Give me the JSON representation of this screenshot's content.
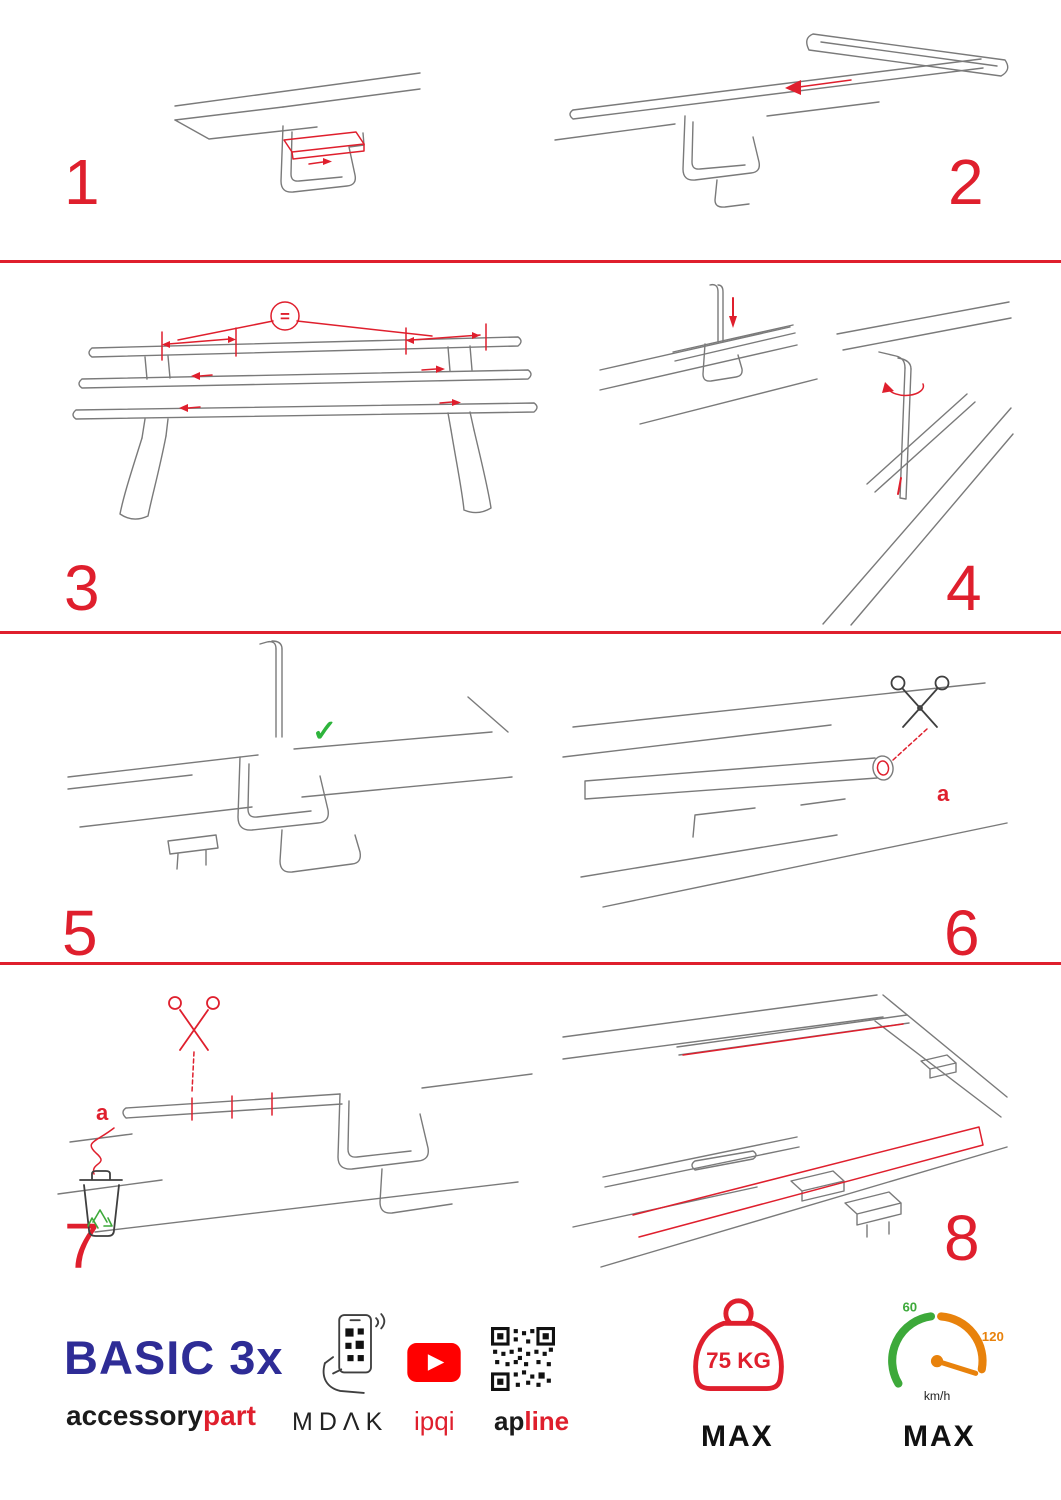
{
  "colors": {
    "accent": "#df1f2d",
    "brand_blue": "#2e2c96",
    "green": "#3da93a",
    "orange": "#e8820c",
    "youtube_red": "#ff0000"
  },
  "steps": [
    {
      "number": "1"
    },
    {
      "number": "2"
    },
    {
      "number": "3"
    },
    {
      "number": "4"
    },
    {
      "number": "5"
    },
    {
      "number": "6"
    },
    {
      "number": "7"
    },
    {
      "number": "8"
    }
  ],
  "annotations": {
    "equal": "=",
    "check": "✓",
    "label_a_step6": "a",
    "label_a_step7": "a"
  },
  "footer": {
    "product": "BASIC 3x",
    "brand_part1": "accessory",
    "brand_part2": "part",
    "mdak": "MDΛK",
    "ipqi": "ipqi",
    "ap": "ap",
    "line": "line",
    "weight": "75 KG",
    "weight_max": "MAX",
    "speed_60": "60",
    "speed_120": "120",
    "speed_unit": "km/h",
    "speed_max": "MAX"
  }
}
